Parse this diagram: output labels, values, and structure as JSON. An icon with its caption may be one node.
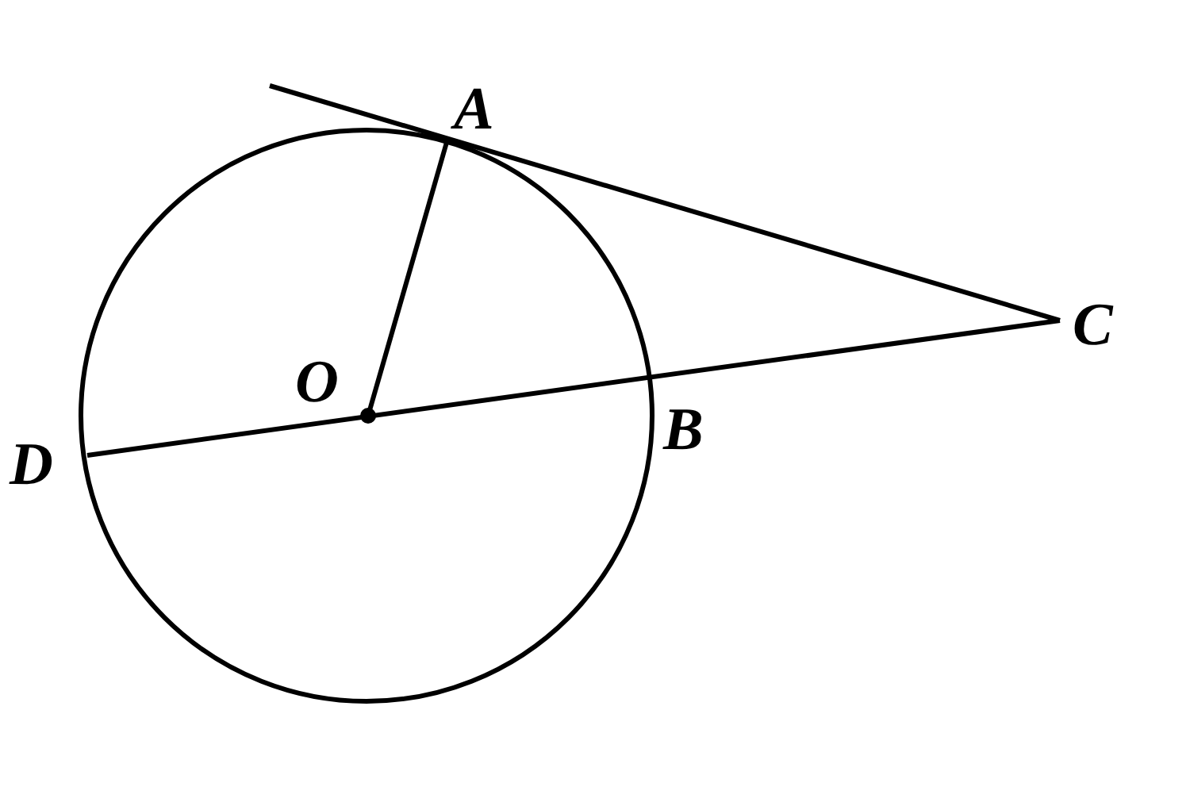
{
  "diagram": {
    "labels": [
      "A",
      "C",
      "O",
      "B",
      "D"
    ]
  }
}
